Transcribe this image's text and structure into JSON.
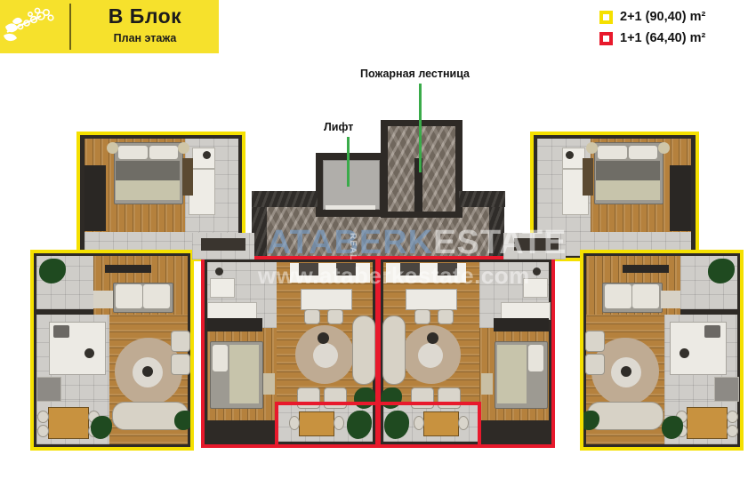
{
  "header": {
    "logo_icon": "floral-branch-logo",
    "block_title": "В Блок",
    "block_subtitle": "План этажа"
  },
  "legend": {
    "items": [
      {
        "swatch_color": "#f5e000",
        "label": "2+1 (90,40) m²",
        "type": "2+1"
      },
      {
        "swatch_color": "#e8192c",
        "label": "1+1 (64,40) m²",
        "type": "1+1"
      }
    ]
  },
  "callouts": [
    {
      "id": "fire-stairs",
      "label": "Пожарная лестница",
      "leader_color": "#3aab4a"
    },
    {
      "id": "elevator",
      "label": "Лифт",
      "leader_color": "#3aab4a"
    }
  ],
  "watermark": {
    "brand_part1": "ATABERK",
    "brand_part2": "ESTATE",
    "brand_small": "REAL",
    "url": "www.ataberkestate.com"
  },
  "plan": {
    "units": [
      {
        "id": "unit-top-left",
        "type": "2+1",
        "outline_color": "#f5e000"
      },
      {
        "id": "unit-top-right",
        "type": "2+1",
        "outline_color": "#f5e000"
      },
      {
        "id": "unit-left",
        "type": "2+1",
        "outline_color": "#f5e000"
      },
      {
        "id": "unit-right",
        "type": "2+1",
        "outline_color": "#f5e000"
      },
      {
        "id": "unit-center-left",
        "type": "1+1",
        "outline_color": "#e8192c"
      },
      {
        "id": "unit-center-right",
        "type": "1+1",
        "outline_color": "#e8192c"
      }
    ],
    "core": {
      "elevator_shaft": "elevator",
      "stair_shaft": "fire-stairs"
    }
  }
}
